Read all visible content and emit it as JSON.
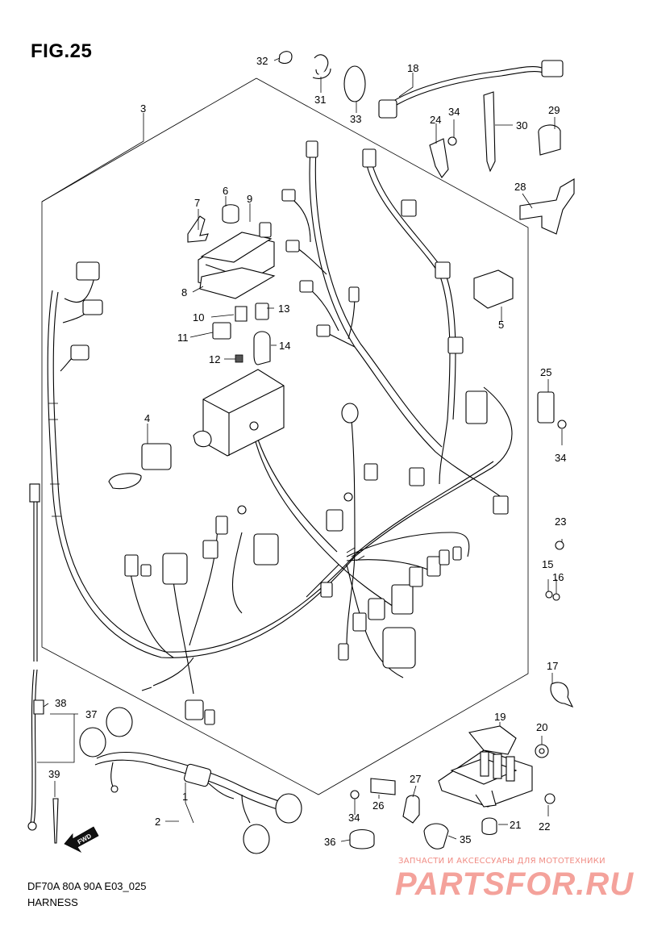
{
  "figure_title": "FIG.25",
  "footer": {
    "model_line": "DF70A 80A 90A E03_025",
    "section_name": "HARNESS"
  },
  "watermark": {
    "tagline": "ЗАПЧАСТИ И АКСЕССУАРЫ ДЛЯ МОТОТЕХНИКИ",
    "brand": "PARTSFOR.RU"
  },
  "fwd_marker": "FWD",
  "callouts": {
    "c1": "1",
    "c2": "2",
    "c3": "3",
    "c4": "4",
    "c5": "5",
    "c6": "6",
    "c7": "7",
    "c8": "8",
    "c9": "9",
    "c10": "10",
    "c11": "11",
    "c12": "12",
    "c13": "13",
    "c14": "14",
    "c15": "15",
    "c16": "16",
    "c17": "17",
    "c18": "18",
    "c19": "19",
    "c20": "20",
    "c21": "21",
    "c22": "22",
    "c23": "23",
    "c24": "24",
    "c25": "25",
    "c26": "26",
    "c27": "27",
    "c28": "28",
    "c29": "29",
    "c30": "30",
    "c31": "31",
    "c32": "32",
    "c33": "33",
    "c34a": "34",
    "c34b": "34",
    "c34c": "34",
    "c35": "35",
    "c36": "36",
    "c37": "37",
    "c38": "38",
    "c39": "39"
  },
  "colors": {
    "line": "#000000",
    "background": "#ffffff",
    "watermark": "#f4a29b"
  }
}
